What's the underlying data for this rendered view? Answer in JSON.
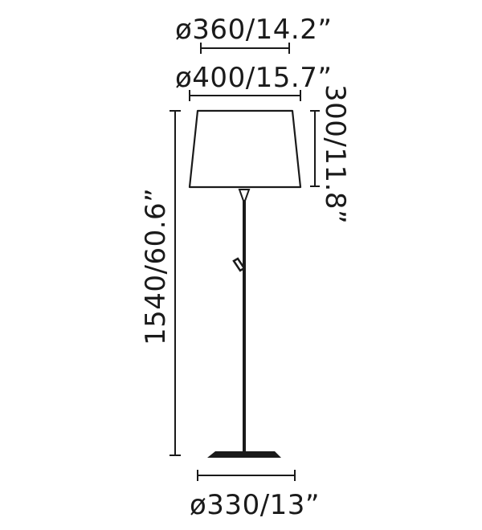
{
  "diagram": {
    "type": "floor-lamp-dimension-drawing",
    "colors": {
      "ink": "#1a1a1a",
      "background": "#ffffff"
    },
    "dimensions": {
      "top_diameter": "ø360/14.2”",
      "bottom_diameter": "ø400/15.7”",
      "shade_height": "300/11.8”",
      "total_height": "1540/60.6”",
      "base_diameter": "ø330/13”"
    }
  }
}
